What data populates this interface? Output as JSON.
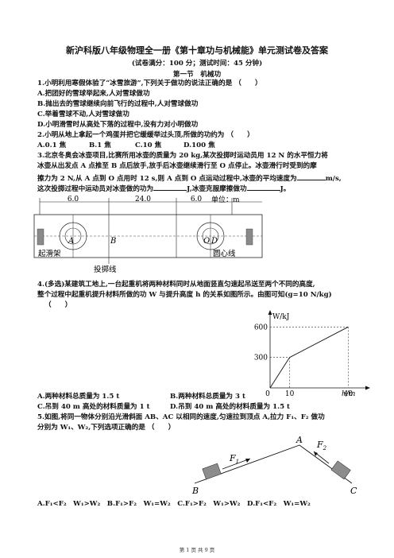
{
  "title": "新沪科版八年级物理全一册《第十章功与机械能》单元测试卷及答案",
  "exam_info": "(试卷满分：100 分；测试时间：45 分钟)",
  "section": "第一节　机械功",
  "q1": {
    "stem": "1.小明利用寒假体验了“冰雪旅游”,下列关于做功的说法正确的是 （　　）",
    "options": [
      "A.把团好的雪球举起来,人对雪球做功",
      "B.抛出去的雪球继续向前飞行的过程中,人对雪球做功",
      "C.举着雪球不动,人对雪球做功",
      "D.小明滑雪时从高处下落的过程中,没有力对小明做功"
    ]
  },
  "q2": {
    "stem": "2.小明从地上拿起一个鸡蛋并把它缓缓举过头顶,所做的功约为 （　　）",
    "options": [
      "A.0.1 焦",
      "B.1 焦",
      "C.10 焦",
      "D.100 焦"
    ]
  },
  "q3": {
    "line1": "3.北京冬奥会冰壶项目,比赛所用冰壶的质量为 20 kg,某次投掷时运动员用 12 N 的水平恒力将",
    "line2": "冰壶从出发点 A 点推至 B 点后放手,放手后冰壶继续滑行至 O 点停止。冰壶滑行时受到的摩",
    "line3a": "擦力为 2 N,从 A 点到 O 点用时 12 s,则 A 点到 O 点运动过程中,冰壶的平均速度为",
    "line3b": "m/s,",
    "line4a": "这次投掷过程中运动员对冰壶做的功为",
    "line4b": "J,冰壶克服摩擦做功",
    "line4c": "J。"
  },
  "rink": {
    "dim1": "6.0",
    "dim2": "24.0",
    "dim3": "6.0",
    "unit": "单位：m",
    "label_a": "A",
    "label_b": "B",
    "label_o": "O",
    "label_d": "D",
    "label_start": "起滑架",
    "label_circle": "圆心线",
    "label_line": "投掷线"
  },
  "q4": {
    "line1": "4.(多选)某建筑工地上,一台起重机将两种材料同时从地面竖直匀速起吊送至两个不同的高度,",
    "line2": "整个过程中起重机提升材料所做的功 W 与提升高度 h 的关系如图所示。由图可知(g=10 N/kg)",
    "line3": "（　　）",
    "options": [
      "A.两种材料总质量为 1.5 t",
      "B.两种材料总质量为 3 t",
      "C.吊到 40 m 高处的材料质量为 1 t",
      "D.吊到 40 m 高处的材料质量为 1.5 t"
    ]
  },
  "chart_data": {
    "type": "line",
    "xlabel": "h/m",
    "ylabel": "W/kJ",
    "x_ticks": [
      "0",
      "10",
      "40"
    ],
    "y_ticks": [
      "300",
      "600"
    ],
    "series": [
      {
        "x": [
          0,
          10,
          40
        ],
        "y": [
          0,
          300,
          600
        ]
      }
    ],
    "xlim": [
      0,
      48
    ],
    "ylim": [
      0,
      720
    ],
    "grid": false
  },
  "q5": {
    "line1": "5.如图,将同一物体分别沿光滑斜面 AB、AC 以相同的速度,匀速拉到顶点 A,拉力 F₁、F₂ 做功",
    "line2": "分别为 W₁、W₂,下列选项正确的是 （　　）",
    "options": "A.F₁<F₂　W₁>W₂　B.F₁>F₂　W₁=W₂　C.F₁>F₂　W₁>W₂　D.F₁<F₂　W₁=W₂"
  },
  "slope": {
    "label_a": "A",
    "label_b": "B",
    "label_c": "C",
    "label_f1": "F",
    "label_f1_sub": "1",
    "label_f2": "F",
    "label_f2_sub": "2"
  },
  "footer": "第 1 页 共 9 页"
}
